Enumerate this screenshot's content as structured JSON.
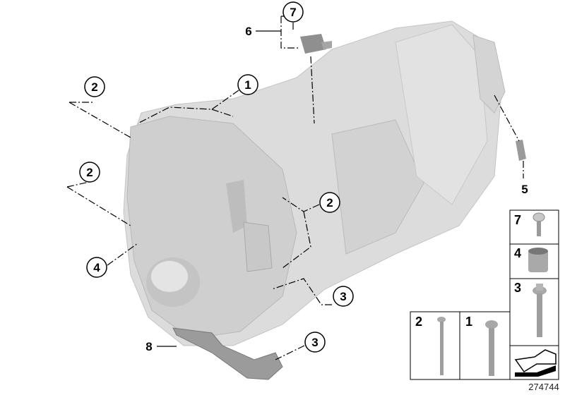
{
  "diagram": {
    "reference_number": "274744",
    "callouts": [
      {
        "id": "c7",
        "label": "7"
      },
      {
        "id": "c6",
        "label": "6"
      },
      {
        "id": "c1",
        "label": "1"
      },
      {
        "id": "c2a",
        "label": "2"
      },
      {
        "id": "c2b",
        "label": "2"
      },
      {
        "id": "c2c",
        "label": "2"
      },
      {
        "id": "c4",
        "label": "4"
      },
      {
        "id": "c3a",
        "label": "3"
      },
      {
        "id": "c3b",
        "label": "3"
      },
      {
        "id": "c8",
        "label": "8"
      },
      {
        "id": "c5",
        "label": "5"
      }
    ],
    "parts_boxes": [
      {
        "label": "7",
        "part": "screw"
      },
      {
        "label": "4",
        "part": "sleeve"
      },
      {
        "label": "3",
        "part": "bolt"
      },
      {
        "label": "2",
        "part": "long-bolt"
      },
      {
        "label": "1",
        "part": "bolt"
      }
    ],
    "colors": {
      "part_fill": "#d9d9d9",
      "part_shade": "#b8b8b8",
      "line": "#000000"
    }
  }
}
